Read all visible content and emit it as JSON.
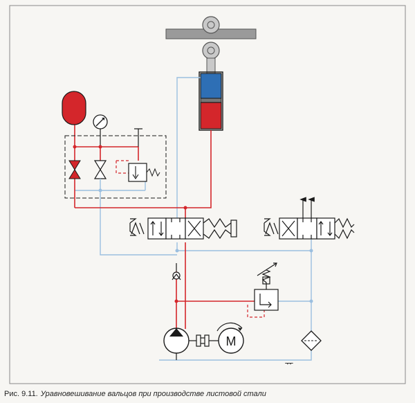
{
  "caption": {
    "number": "Рис. 9.11.",
    "text": "Уравновешивание вальцов при производстве листовой стали"
  },
  "diagram": {
    "motor_symbol": "M",
    "tank_symbol": "ᅲ",
    "colors": {
      "pressure_line": "#d4262b",
      "return_line": "#9bbfe0",
      "symbol_stroke": "#1a1a1a",
      "rod_side_fill": "#2e6fb5",
      "accumulator_fill": "#d4262b"
    },
    "components": [
      "roll-stand",
      "hydraulic-cylinder",
      "bladder-accumulator",
      "pressure-gauge",
      "shutoff-valves",
      "pressure-reducing-valve",
      "directional-valve-left",
      "directional-valve-right",
      "check-valve",
      "pressure-relief-valve",
      "pump",
      "coupling",
      "electric-motor",
      "filter",
      "tank"
    ]
  }
}
